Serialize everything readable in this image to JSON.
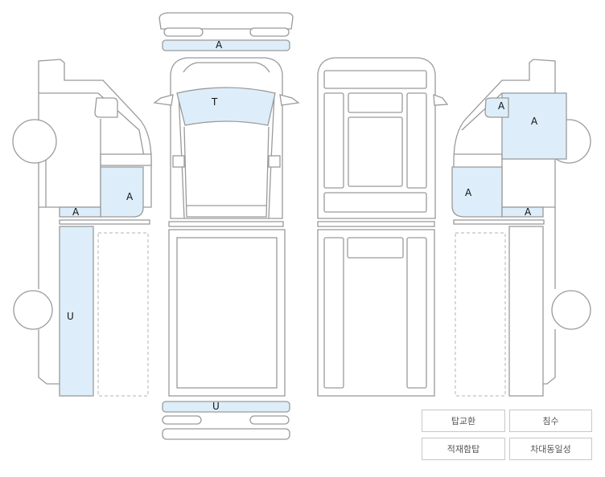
{
  "zones": {
    "roof_top": "A",
    "windshield": "T",
    "left_upper": "A",
    "left_sill": "A",
    "left_cargo": "U",
    "right_pillar": "A",
    "right_door": "A",
    "right_lower": "A",
    "right_sill": "A",
    "rear_bumper": "U"
  },
  "legend": [
    "탑교환",
    "침수",
    "적재함탑",
    "차대동일성"
  ],
  "colors": {
    "highlight": "#ddeefa",
    "outline": "#9a9a9a"
  }
}
